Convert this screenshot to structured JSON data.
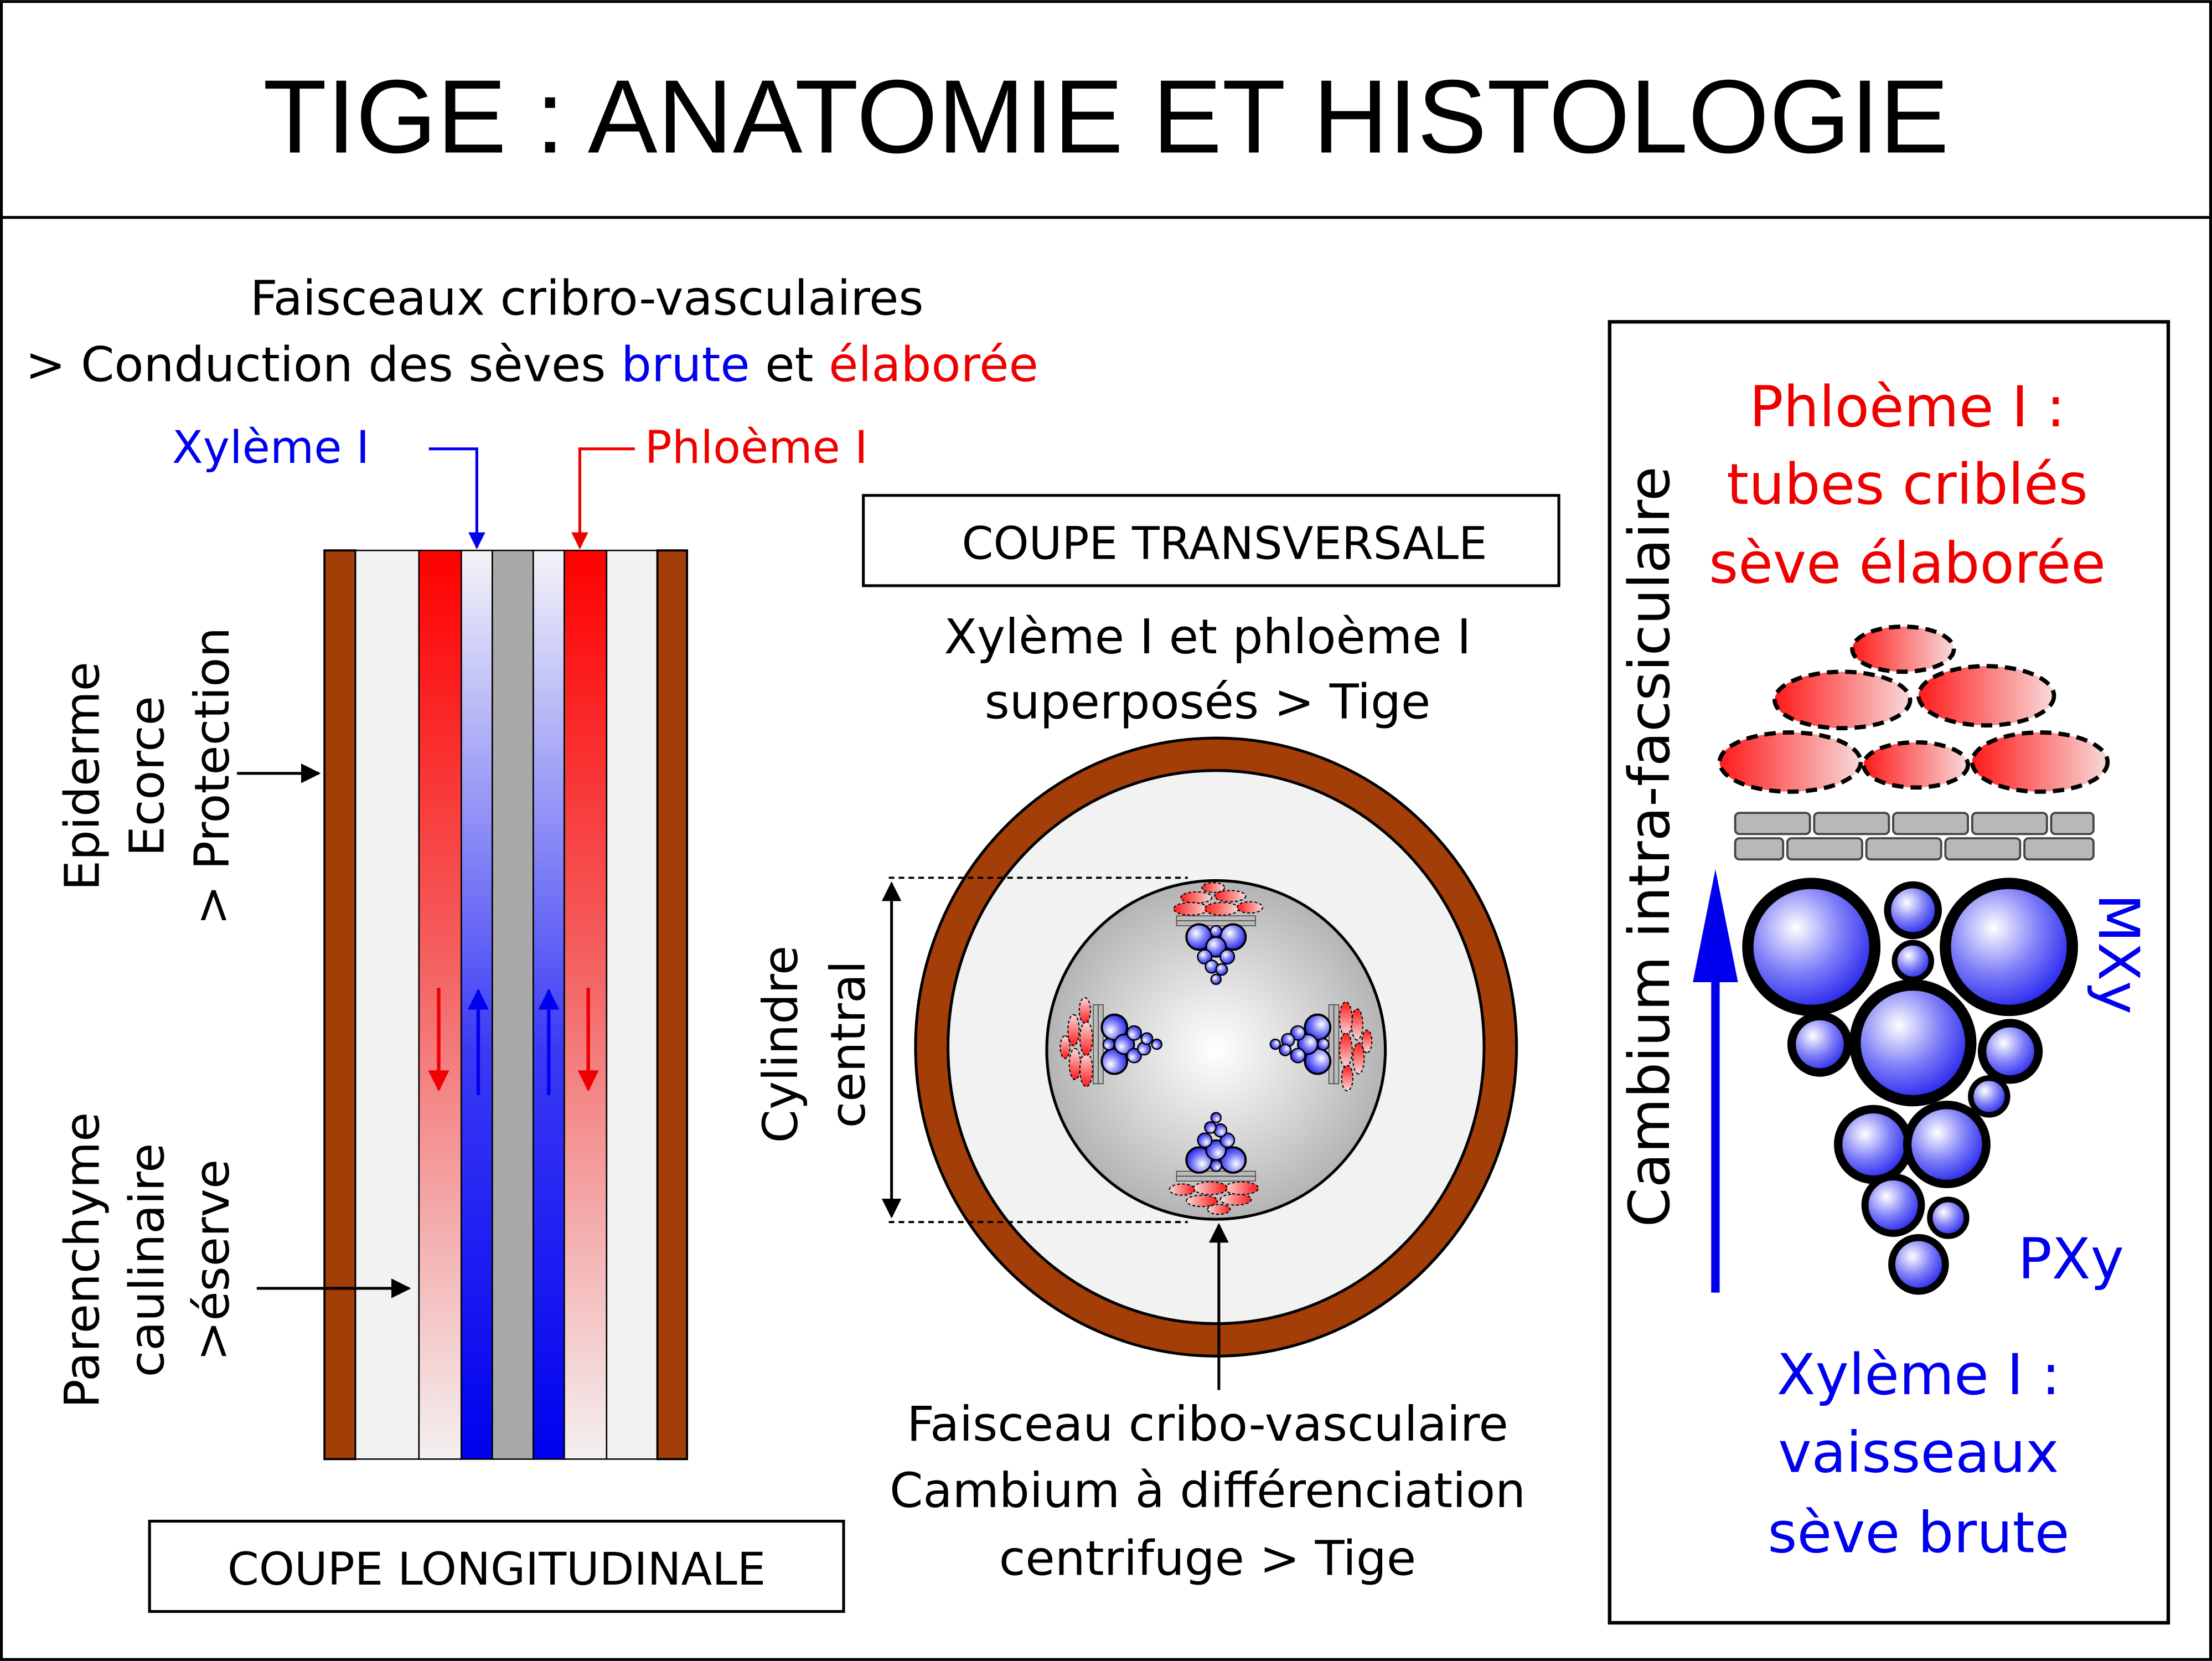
{
  "title": "TIGE : ANATOMIE ET HISTOLOGIE",
  "colors": {
    "blue": "#0000ee",
    "red": "#ee0000",
    "brown": "#a33e08",
    "grey": "#a9a9a9",
    "pale": "#f2f2f2"
  },
  "header": {
    "line1": "Faisceaux cribro-vasculaires",
    "line2_prefix": "> Conduction des sèves ",
    "line2_brute": "brute",
    "line2_mid": " et ",
    "line2_elaboree": "élaborée"
  },
  "longitudinal": {
    "xylem_label": "Xylème I",
    "phloem_label": "Phloème I",
    "epiderme_lines": [
      "Epiderme",
      "Ecorce",
      "> Protection"
    ],
    "parenchyme_lines": [
      "Parenchyme",
      "caulinaire",
      ">éserve"
    ],
    "box_label": "COUPE LONGITUDINALE"
  },
  "transversal": {
    "box_label": "COUPE TRANSVERSALE",
    "caption_lines": [
      "Xylème I et phloème I",
      "superposés > Tige"
    ],
    "cylinder_lines": [
      "Cylindre",
      "central"
    ],
    "bottom_lines": [
      "Faisceau cribo-vasculaire",
      "Cambium à différenciation",
      "centrifuge > Tige"
    ]
  },
  "detail": {
    "phloem_lines": [
      "Phloème I :",
      "tubes criblés",
      "sève élaborée"
    ],
    "cambium_label": "Cambium intra-facsiculaire",
    "mxy_label": "MXy",
    "pxy_label": "PXy",
    "xylem_lines": [
      "Xylème I :",
      "vaisseaux",
      "sève brute"
    ]
  }
}
